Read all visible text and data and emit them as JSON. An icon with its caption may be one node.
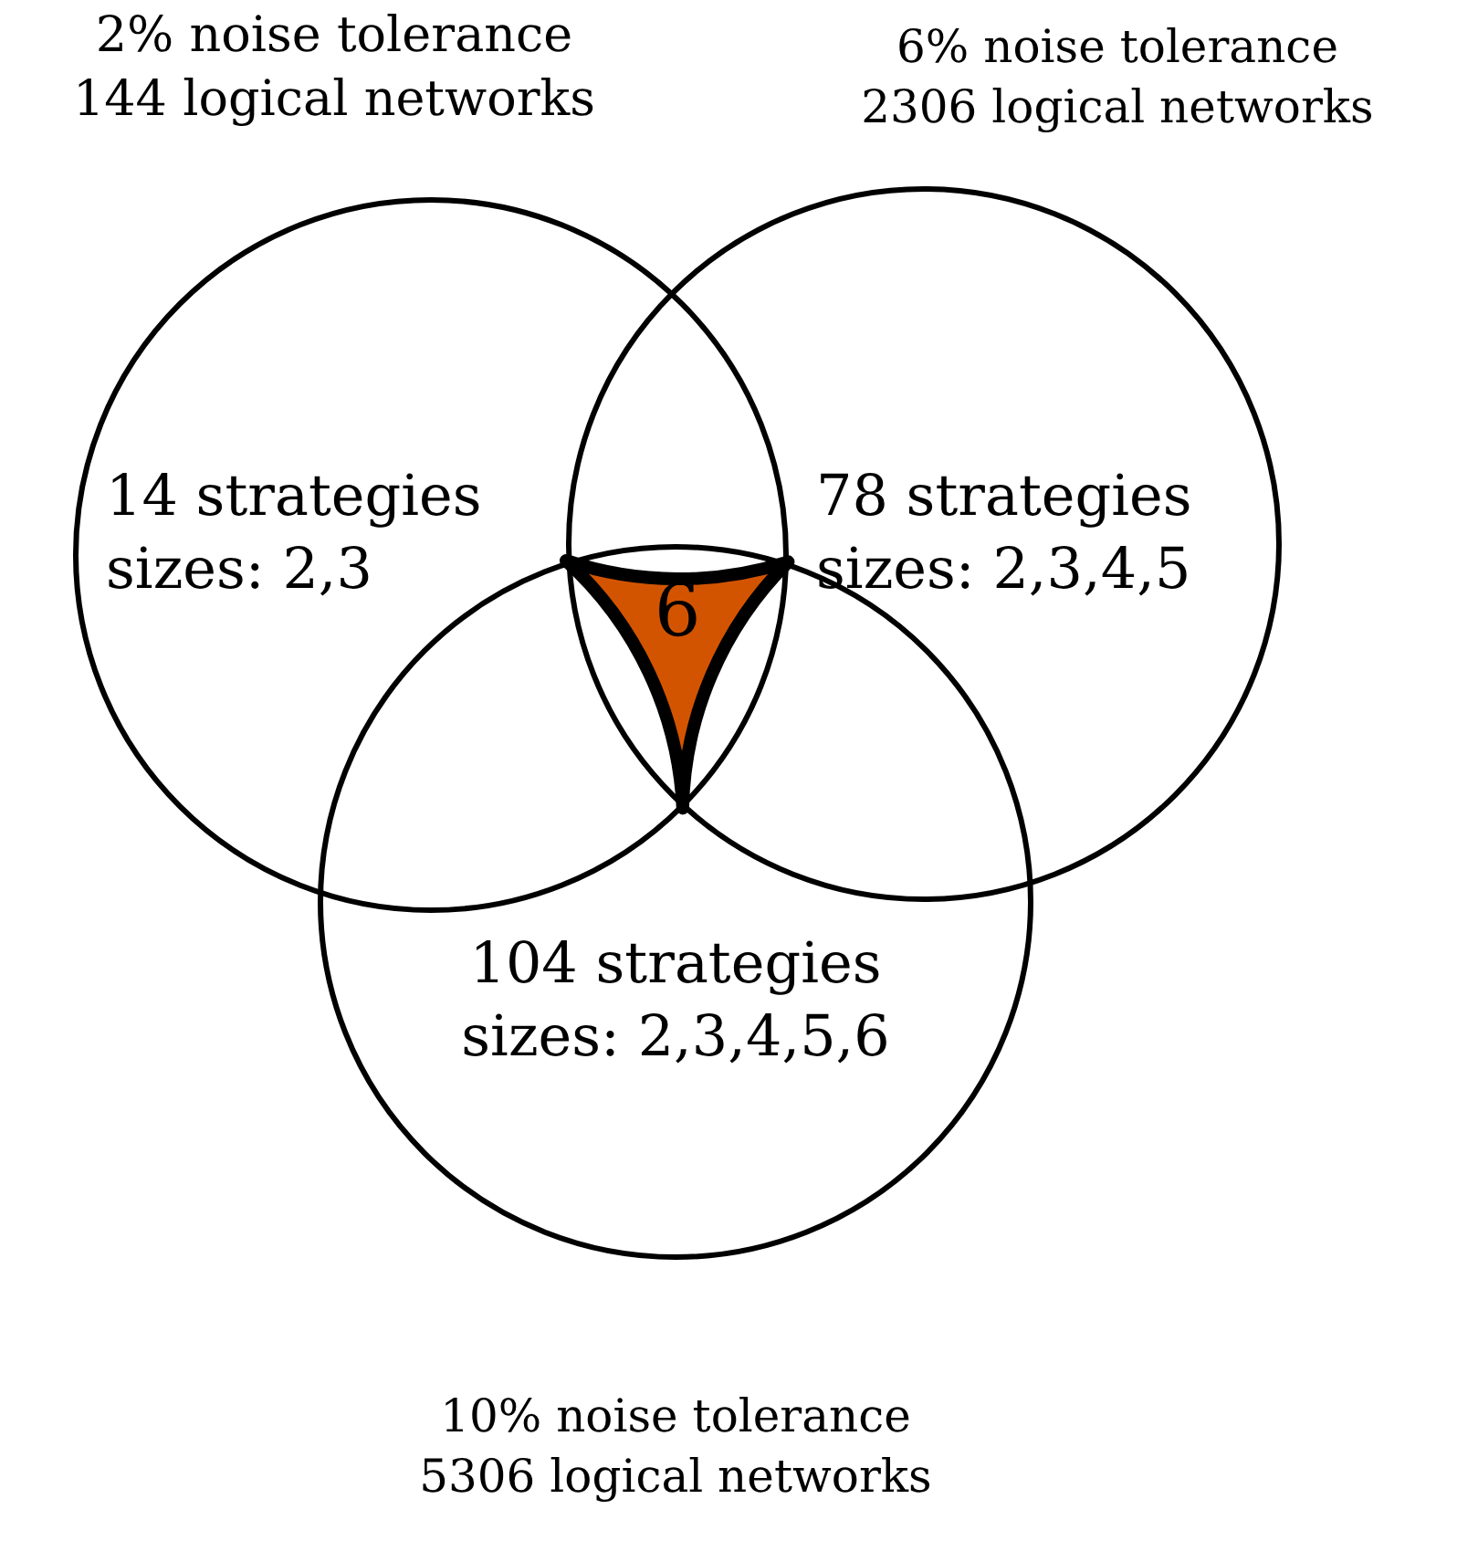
{
  "diagram": {
    "nodes": [
      {
        "text": [
          "2% noise tolerance 144 logical networks",
          "14 strategies sizes: 2,3"
        ]
      },
      {
        "text": [
          "6% noise tolerance 2306 logical networks",
          "78 strategies sizes: 2,3,4,5"
        ]
      },
      {
        "text": [
          "104 strategies sizes: 2,3,4,5,6",
          "10% noise tolerance 5306 logical networks"
        ]
      },
      {
        "text": [
          "6"
        ]
      }
    ],
    "edges": []
  }
}
